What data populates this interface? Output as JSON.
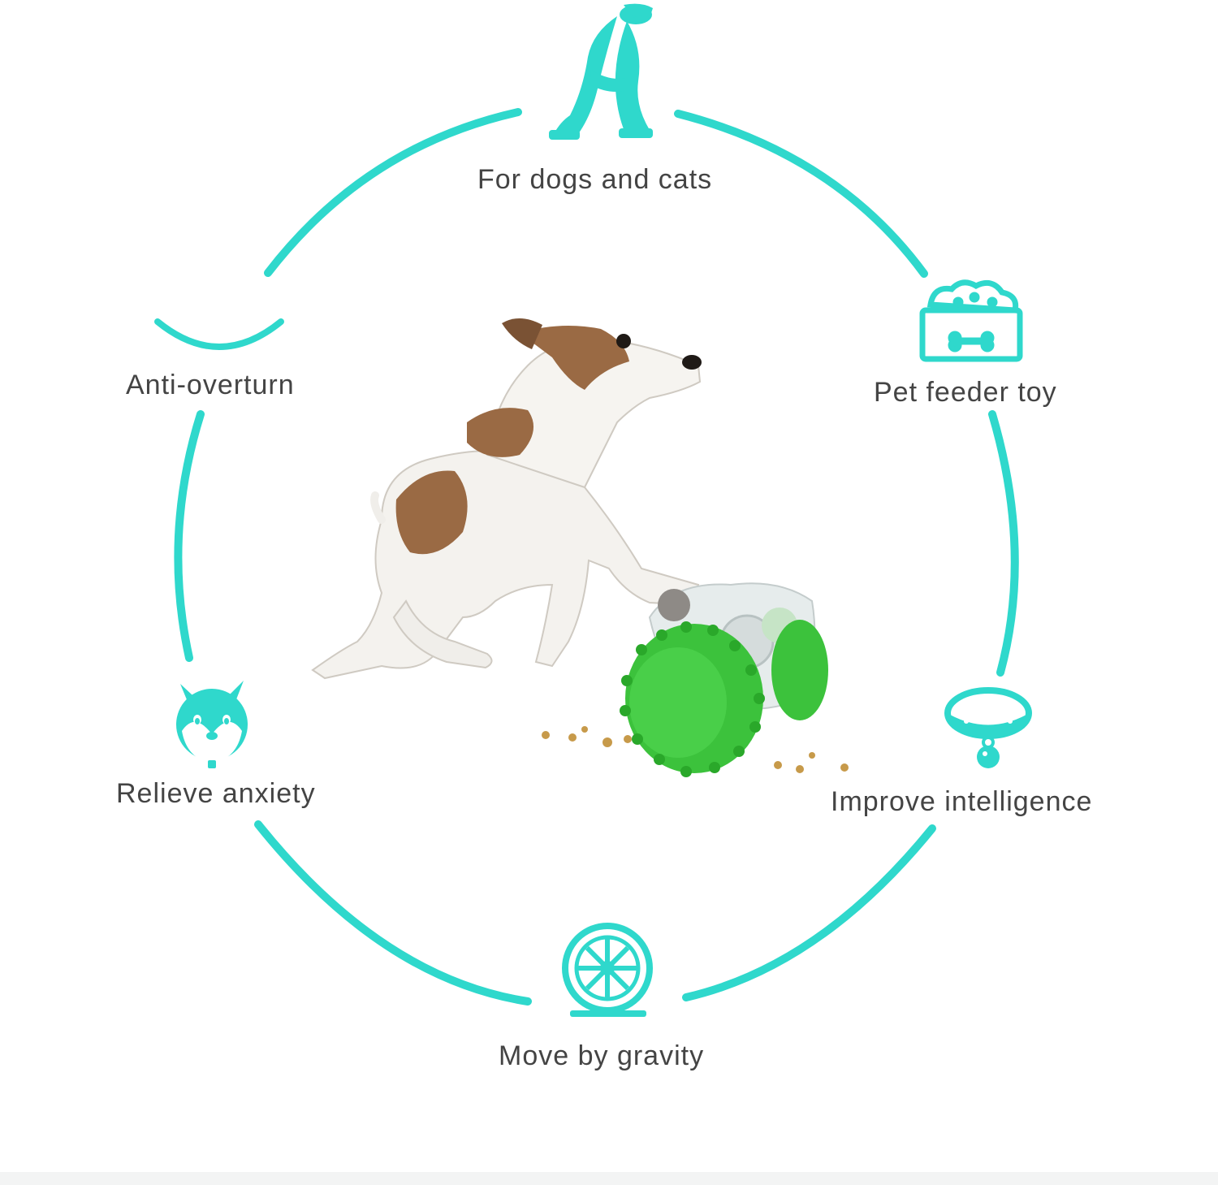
{
  "colors": {
    "accent": "#2fd8cc",
    "label_text": "#444444",
    "toy_green": "#3cc23c",
    "dog_brown": "#9a6a44"
  },
  "features": [
    {
      "label": "For dogs and cats",
      "icon": "dog-silhouette-icon"
    },
    {
      "label": "Pet feeder toy",
      "icon": "food-bowl-icon"
    },
    {
      "label": "Improve intelligence",
      "icon": "collar-icon"
    },
    {
      "label": "Move by gravity",
      "icon": "wheel-icon"
    },
    {
      "label": "Relieve anxiety",
      "icon": "shiba-face-icon"
    },
    {
      "label": "Anti-overturn",
      "icon": "arc-icon"
    }
  ]
}
